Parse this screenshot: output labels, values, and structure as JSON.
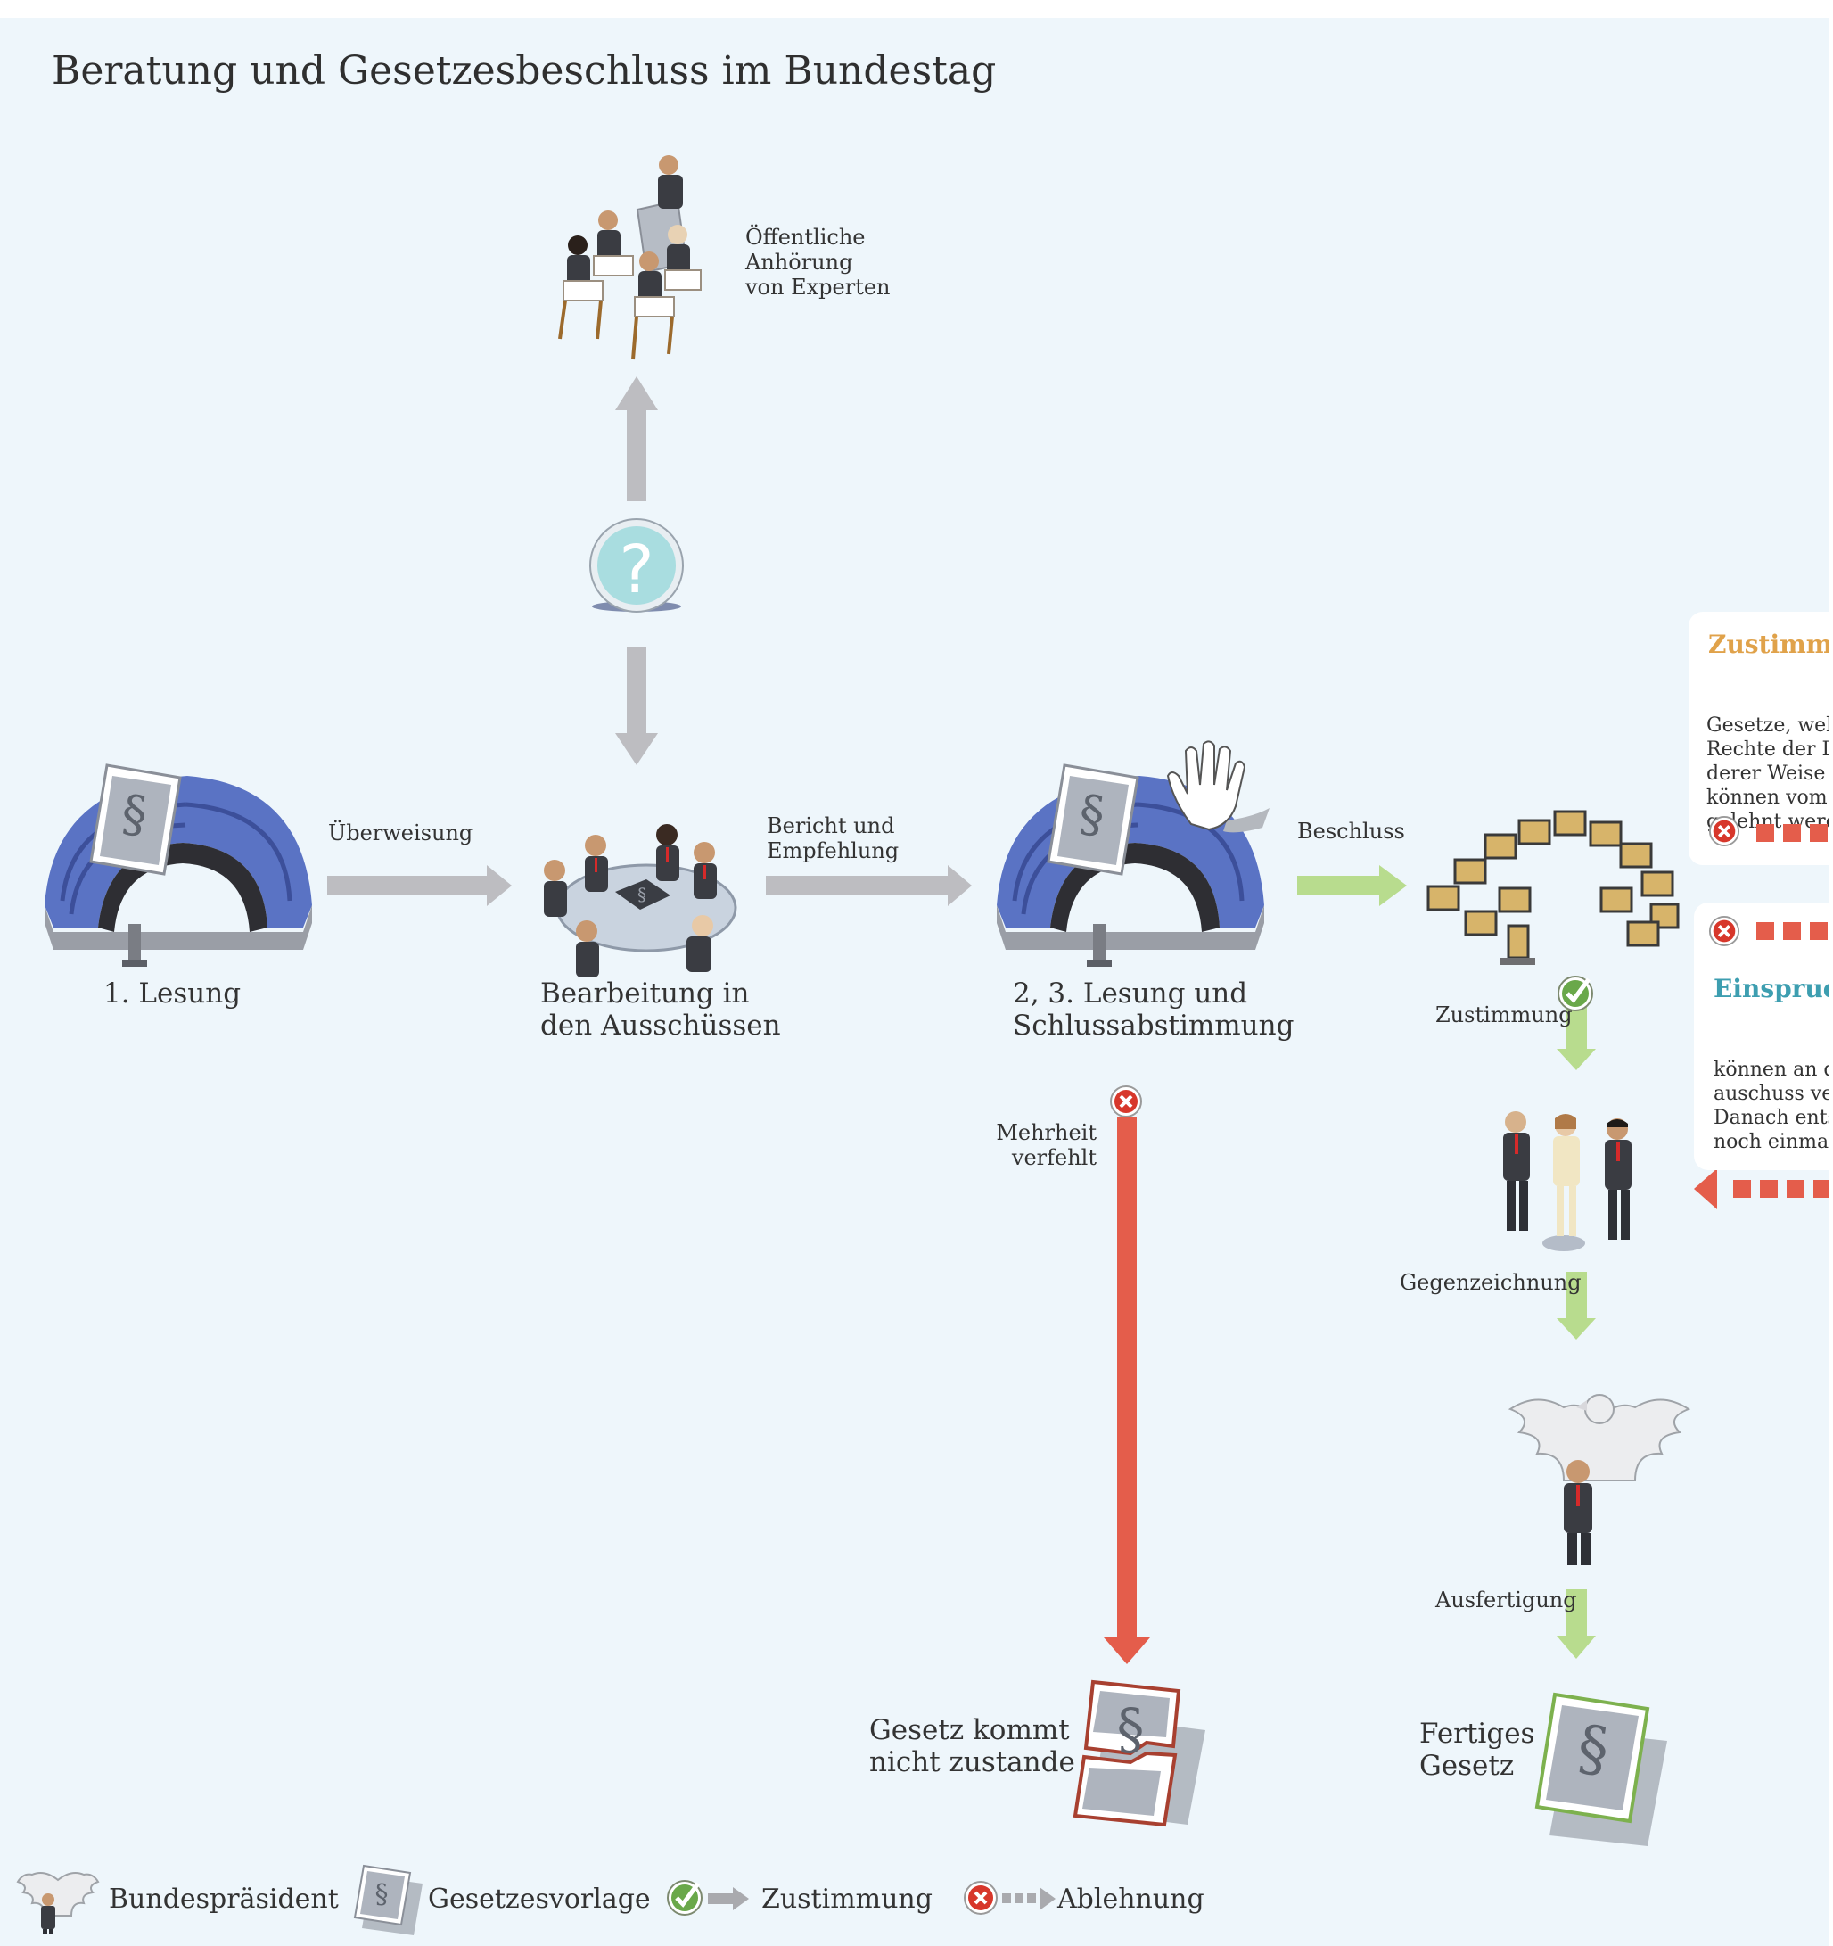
{
  "title": "Beratung und Gesetzesbeschluss im Bundestag",
  "nodes": {
    "first_reading": "1. Lesung",
    "committees": [
      "Bearbeitung in",
      "den Ausschüssen"
    ],
    "final_vote": [
      "2, 3. Lesung und",
      "Schlussabstimmung"
    ],
    "hearing": [
      "Öffentliche",
      "Anhörung",
      "von Experten"
    ],
    "failed": [
      "Gesetz kommt",
      "nicht zustande"
    ],
    "final_law": [
      "Fertiges",
      "Gesetz"
    ]
  },
  "edges": {
    "referral": "Überweisung",
    "report": [
      "Bericht und",
      "Empfehlung"
    ],
    "resolution": "Beschluss",
    "approval": "Zustimmung",
    "no_majority": [
      "Mehrheit",
      "verfehlt"
    ],
    "countersign": "Gegenzeichnung",
    "execution": "Ausfertigung"
  },
  "cards": {
    "consent_title": "Zustimmu",
    "consent_text": [
      "Gesetze, welc",
      "Rechte der Lä",
      "derer Weise b",
      "können vom B",
      "gelehnt werde"
    ],
    "objection_title": "Einspruch",
    "objection_text": [
      "können an de",
      "auschuss verw",
      "Danach entsc",
      "noch einmal"
    ]
  },
  "legend": {
    "president": "Bundespräsident",
    "bill": "Gesetzesvorlage",
    "approval": "Zustimmung",
    "rejection": "Ablehnung"
  },
  "colors": {
    "gray_arrow": "#bdbdc1",
    "green_arrow": "#b8dc8e",
    "red_arrow": "#e45d4b",
    "consent_title": "#e0a24a",
    "objection_title": "#3d9eb0",
    "background": "#eef6fb"
  }
}
